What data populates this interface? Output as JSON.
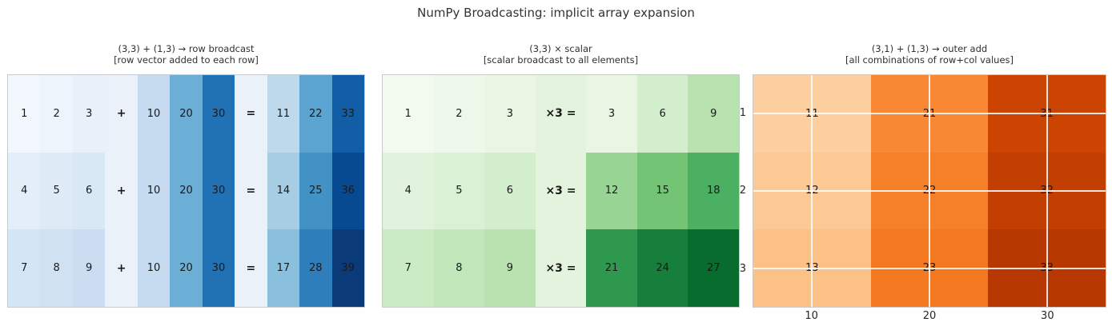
{
  "figure_title": "NumPy Broadcasting: implicit array expansion",
  "chart_data": [
    {
      "type": "heatmap",
      "title": "(3,3) + (1,3) → row broadcast",
      "subtitle": "[row vector added to each row]",
      "colormap": "Blues",
      "value_range": [
        0,
        40
      ],
      "x_ticks": [],
      "y_ticks": [],
      "cells": [
        [
          {
            "label": "1",
            "color": "#f2f8fd"
          },
          {
            "label": "2",
            "color": "#edf5fc"
          },
          {
            "label": "3",
            "color": "#e8f1fa"
          },
          {
            "label": "+",
            "color": "#eaf1f9",
            "op": true
          },
          {
            "label": "10",
            "color": "#c6dbef"
          },
          {
            "label": "20",
            "color": "#6baed6"
          },
          {
            "label": "30",
            "color": "#2171b5"
          },
          {
            "label": "=",
            "color": "#eaf1f9",
            "op": true
          },
          {
            "label": "11",
            "color": "#bed8ec"
          },
          {
            "label": "22",
            "color": "#5ba3d0"
          },
          {
            "label": "33",
            "color": "#125ea6"
          }
        ],
        [
          {
            "label": "4",
            "color": "#e3eef9"
          },
          {
            "label": "5",
            "color": "#deebf7"
          },
          {
            "label": "6",
            "color": "#d9e8f5"
          },
          {
            "label": "+",
            "color": "#eaf1f9",
            "op": true
          },
          {
            "label": "10",
            "color": "#c6dbef"
          },
          {
            "label": "20",
            "color": "#6baed6"
          },
          {
            "label": "30",
            "color": "#2171b5"
          },
          {
            "label": "=",
            "color": "#eaf1f9",
            "op": true
          },
          {
            "label": "14",
            "color": "#a6cde4"
          },
          {
            "label": "25",
            "color": "#4292c6"
          },
          {
            "label": "36",
            "color": "#084a92"
          }
        ],
        [
          {
            "label": "7",
            "color": "#d4e5f4"
          },
          {
            "label": "8",
            "color": "#d0e1f2"
          },
          {
            "label": "9",
            "color": "#cbdef1"
          },
          {
            "label": "+",
            "color": "#eaf1f9",
            "op": true
          },
          {
            "label": "10",
            "color": "#c6dbef"
          },
          {
            "label": "20",
            "color": "#6baed6"
          },
          {
            "label": "30",
            "color": "#2171b5"
          },
          {
            "label": "=",
            "color": "#eaf1f9",
            "op": true
          },
          {
            "label": "17",
            "color": "#8abfdd"
          },
          {
            "label": "28",
            "color": "#2e7ebc"
          },
          {
            "label": "39",
            "color": "#0a3a78"
          }
        ]
      ]
    },
    {
      "type": "heatmap",
      "title": "(3,3) × scalar",
      "subtitle": "[scalar broadcast to all elements]",
      "colormap": "Greens",
      "value_range": [
        0,
        30
      ],
      "x_ticks": [],
      "y_ticks": [],
      "cells": [
        [
          {
            "label": "1",
            "color": "#f2faef"
          },
          {
            "label": "2",
            "color": "#edf8ea"
          },
          {
            "label": "3",
            "color": "#e9f6e4"
          },
          {
            "label": "×3 =",
            "color": "#e3f3dd",
            "op": true
          },
          {
            "label": "3",
            "color": "#e9f6e4"
          },
          {
            "label": "6",
            "color": "#d3eecd"
          },
          {
            "label": "9",
            "color": "#b8e3b1"
          }
        ],
        [
          {
            "label": "4",
            "color": "#e2f3dd"
          },
          {
            "label": "5",
            "color": "#dbf1d5"
          },
          {
            "label": "6",
            "color": "#d3eecd"
          },
          {
            "label": "×3 =",
            "color": "#e3f3dd",
            "op": true
          },
          {
            "label": "12",
            "color": "#98d594"
          },
          {
            "label": "15",
            "color": "#74c476"
          },
          {
            "label": "18",
            "color": "#4bb062"
          }
        ],
        [
          {
            "label": "7",
            "color": "#cbebc4"
          },
          {
            "label": "8",
            "color": "#c2e7bb"
          },
          {
            "label": "9",
            "color": "#b8e3b1"
          },
          {
            "label": "×3 =",
            "color": "#e3f3dd",
            "op": true
          },
          {
            "label": "21",
            "color": "#2f984f"
          },
          {
            "label": "24",
            "color": "#157f3b"
          },
          {
            "label": "27",
            "color": "#076c2e"
          }
        ]
      ]
    },
    {
      "type": "heatmap",
      "title": "(3,1) + (1,3) → outer add",
      "subtitle": "[all combinations of row+col values]",
      "colormap": "Oranges",
      "value_range": [
        0,
        40
      ],
      "grid": true,
      "x_ticks": [
        "10",
        "20",
        "30"
      ],
      "y_ticks": [
        "1",
        "2",
        "3"
      ],
      "cells": [
        [
          {
            "label": "11",
            "color": "#fdcf9f"
          },
          {
            "label": "21",
            "color": "#f98834"
          },
          {
            "label": "31",
            "color": "#cc4401"
          }
        ],
        [
          {
            "label": "12",
            "color": "#fcc893"
          },
          {
            "label": "22",
            "color": "#f68029"
          },
          {
            "label": "32",
            "color": "#c23e01"
          }
        ],
        [
          {
            "label": "13",
            "color": "#fcc187"
          },
          {
            "label": "23",
            "color": "#f37820"
          },
          {
            "label": "33",
            "color": "#b83801"
          }
        ]
      ]
    }
  ]
}
